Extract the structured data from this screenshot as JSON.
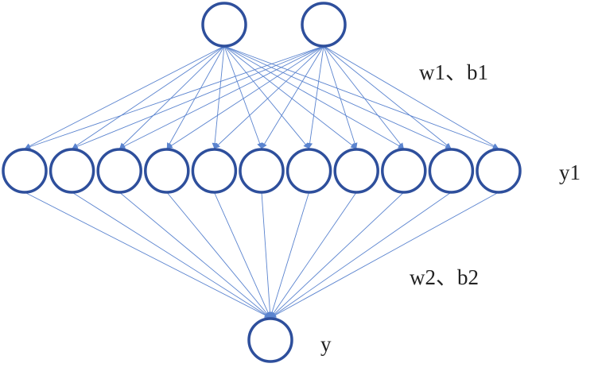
{
  "diagram": {
    "colors": {
      "node_stroke": "#2e4f9c",
      "edge": "#5b84cf",
      "text": "#222222",
      "background": "#ffffff"
    },
    "layers": {
      "input": {
        "node_count": 2
      },
      "hidden": {
        "node_count": 11
      },
      "output": {
        "node_count": 1
      }
    },
    "labels": {
      "weights1": "w1、b1",
      "hidden": "y1",
      "weights2": "w2、b2",
      "output": "y"
    }
  }
}
